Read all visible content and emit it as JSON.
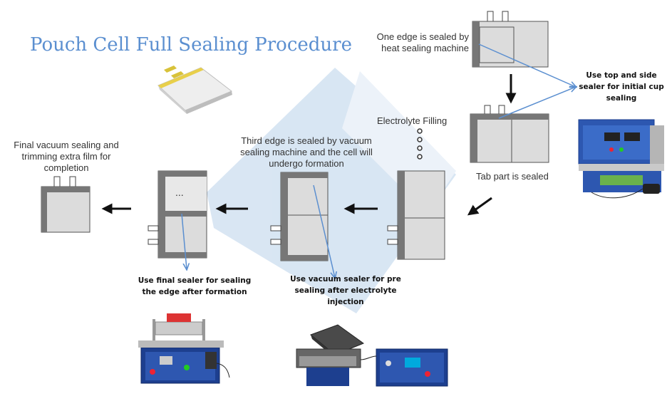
{
  "title": "Pouch Cell Full Sealing Procedure",
  "steps": {
    "heat_seal": "One edge is sealed by heat sealing machine",
    "electrolyte_filling": "Electrolyte Filling",
    "tab_sealed": "Tab part is sealed",
    "third_edge": "Third edge is sealed by vacuum sealing machine and the cell will undergo formation",
    "final_vacuum": "Final vacuum sealing and trimming extra film for completion",
    "ellipsis": "..."
  },
  "machines": {
    "top_side_sealer": "Use top and side sealer for initial cup sealing",
    "vacuum_sealer": "Use vacuum sealer for pre sealing after electrolyte injection",
    "final_sealer": "Use final sealer for sealing the edge after formation"
  },
  "colors": {
    "accent": "#5b8fd0",
    "arrow": "#111111",
    "cell_fill": "#dcdcdc",
    "cell_seal": "#777777",
    "machine_blue": "#1d3f8f"
  }
}
